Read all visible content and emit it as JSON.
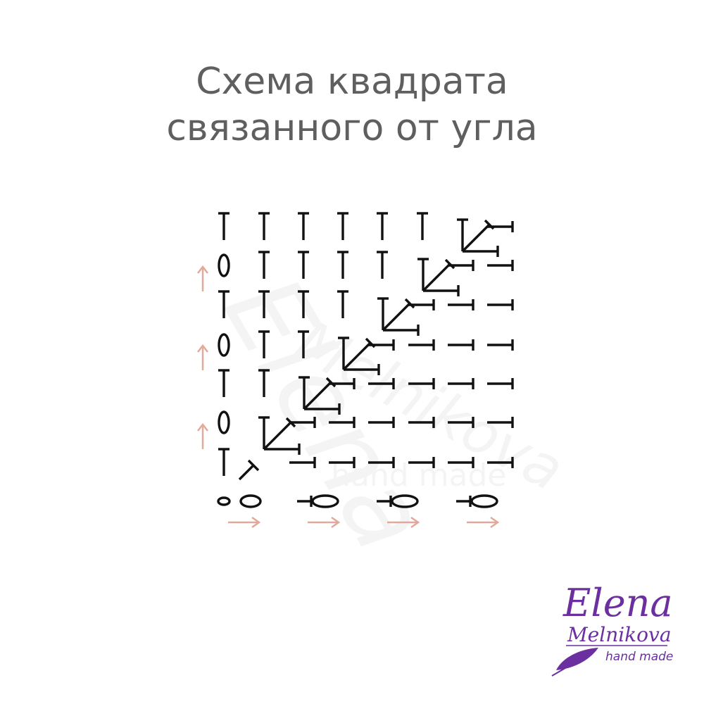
{
  "title": {
    "line1": "Схема квадрата",
    "line2": "связанного от угла"
  },
  "colors": {
    "title": "#5f5f5f",
    "symbol": "#111111",
    "arrow": "#e1a99a",
    "logo_purple": "#6b2fa0",
    "watermark": "#ececec"
  },
  "diagram": {
    "symbols": [
      "dc-vertical",
      "dc-horizontal",
      "dc-diagonal",
      "dc-v-increase",
      "chain-vertical",
      "chain-horizontal",
      "slip-stitch"
    ],
    "row_direction": "up",
    "column_direction": "right"
  },
  "logo": {
    "line1": "Elena",
    "line2": "Melnikova",
    "tagline": "hand made",
    "icon": "feather-icon"
  },
  "watermark": {
    "line1": "Elena",
    "line2": "Melnikova",
    "tagline": "hand made"
  }
}
